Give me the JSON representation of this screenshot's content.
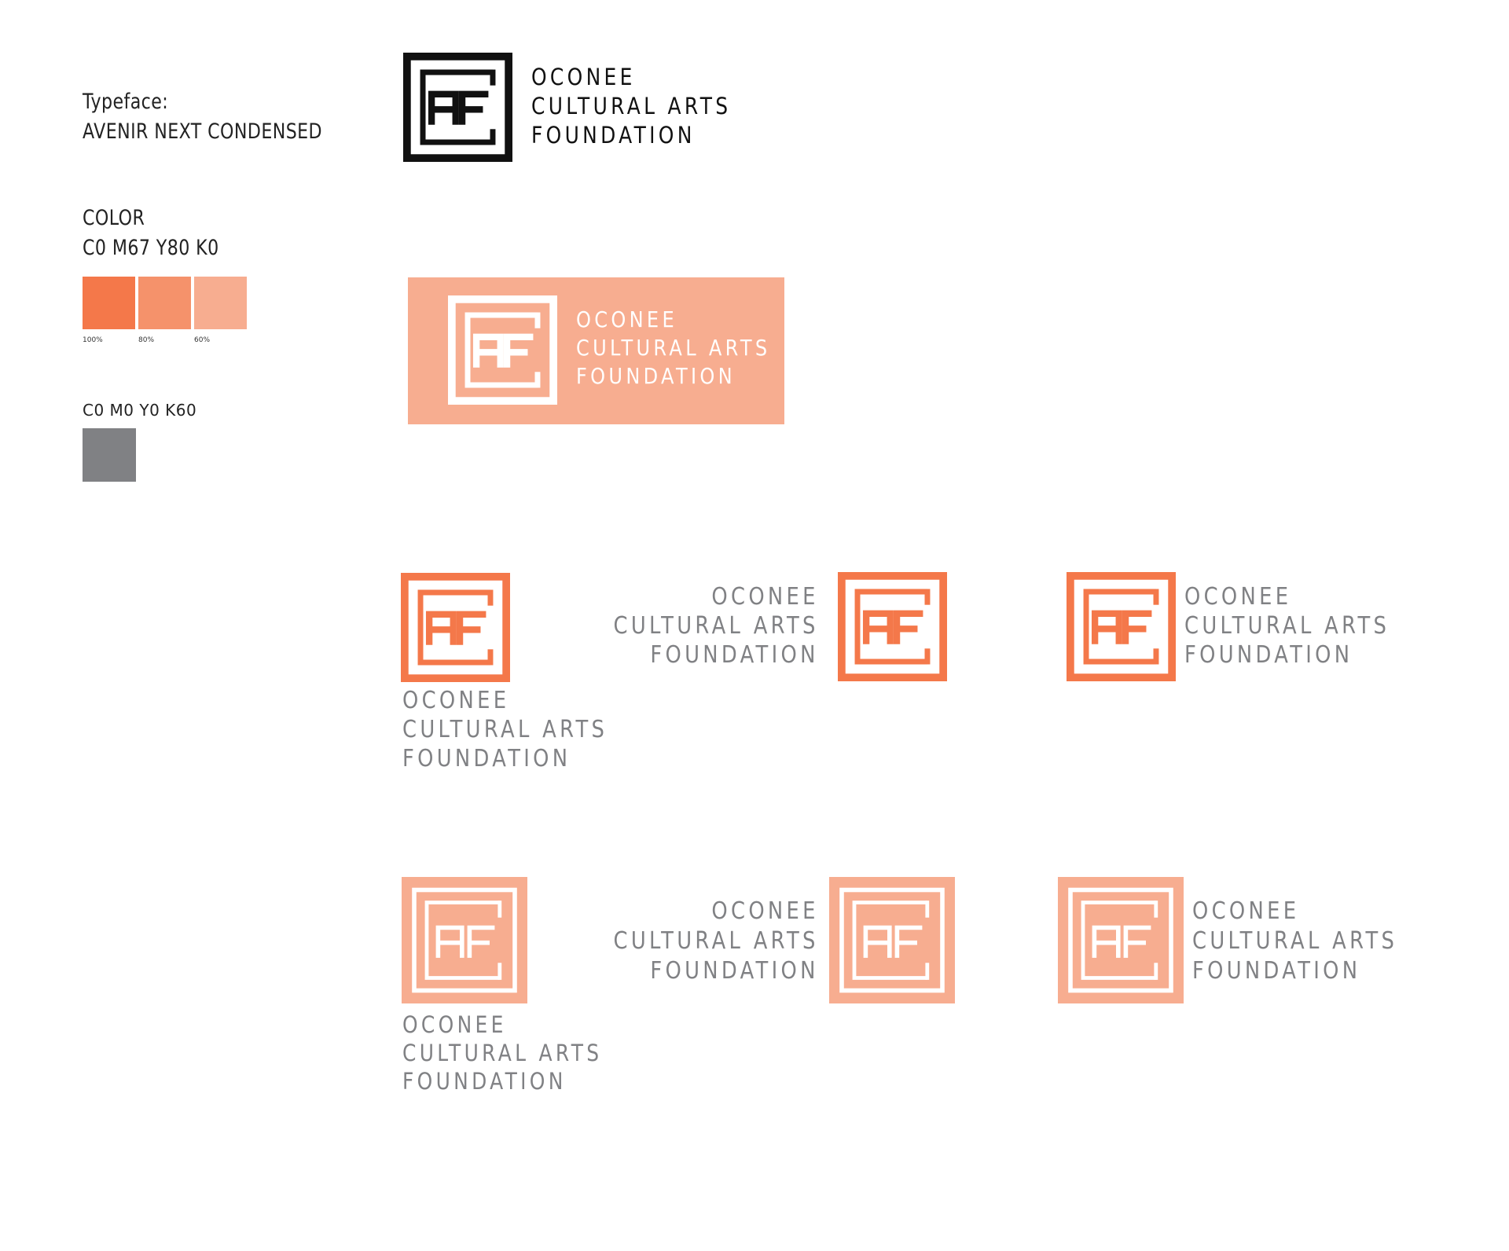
{
  "spec": {
    "typeface_label": "Typeface:",
    "typeface_name": "AVENIR NEXT CONDENSED",
    "color_label": "COLOR",
    "primary_cmyk": "C0 M67 Y80 K0",
    "tints": [
      {
        "label": "100%",
        "color": "#F4784A"
      },
      {
        "label": "80%",
        "color": "#F5926B"
      },
      {
        "label": "60%",
        "color": "#F7AD90"
      }
    ],
    "secondary_cmyk": "C0 M0 Y0 K60",
    "secondary_color": "#808184"
  },
  "logo": {
    "monogram": "AF",
    "line1": "OCONEE",
    "line2": "CULTURAL ARTS",
    "line3": "FOUNDATION"
  },
  "colors": {
    "black": "#111111",
    "primary": "#F4784A",
    "light": "#F7AD90",
    "gray_text": "#808184",
    "white": "#FFFFFF"
  }
}
